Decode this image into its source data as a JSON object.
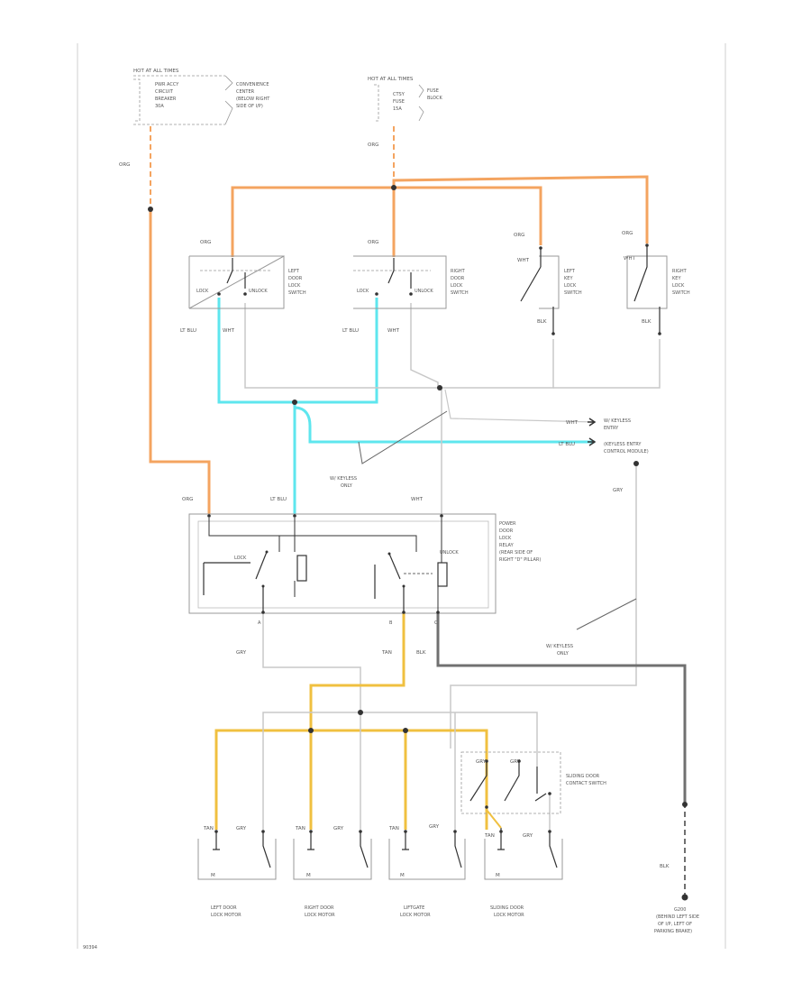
{
  "colors": {
    "orange": "#f4a460",
    "lightblue": "#5ee6ee",
    "tan": "#f0c040",
    "wire": "#c8c8c8",
    "black": "#707070",
    "box": "#999999",
    "switch": "#333333"
  },
  "sources": {
    "breaker_hdr": "HOT AT ALL TIMES",
    "breaker_name": [
      "PWR ACCY",
      "CIRCUIT",
      "BREAKER",
      "30A"
    ],
    "breaker_loc": [
      "CONVENIENCE",
      "CENTER",
      "(BELOW RIGHT",
      "SIDE OF I/P)"
    ],
    "fuse_hdr": "HOT AT ALL TIMES",
    "fuse_name": [
      "CTSY",
      "FUSE",
      "15A"
    ],
    "fuse_loc": [
      "FUSE",
      "BLOCK"
    ]
  },
  "wire_labels": {
    "org_main": "ORG",
    "org_fuse": "ORG",
    "org_ld": "ORG",
    "org_rd": "ORG",
    "org_lk": "ORG",
    "org_rk": "ORG",
    "wht_lk": "WHT",
    "wht_rk": "WHT",
    "ltblu_ld": "LT BLU",
    "wht_ld": "WHT",
    "ltblu_rd": "LT BLU",
    "wht_rd": "WHT",
    "blk_lk": "BLK",
    "blk_rk": "BLK",
    "wht_bus": "WHT",
    "ltblu_bus": "LT BLU",
    "gry_right": "GRY",
    "org_relay": "ORG",
    "ltblu_relay": "LT BLU",
    "wht_relay": "WHT",
    "gry_a": "GRY",
    "tan_b": "TAN",
    "blk_c": "BLK",
    "tan_m1": "TAN",
    "gry_m1": "GRY",
    "tan_m2": "TAN",
    "gry_m2": "GRY",
    "tan_m3": "TAN",
    "gry_m3": "GRY",
    "tan_m4": "TAN",
    "gry_m4": "GRY",
    "gry_s1": "GRY",
    "gry_s2": "GRY",
    "blk_gnd": "BLK"
  },
  "switches": {
    "left_door": [
      "LEFT",
      "DOOR",
      "LOCK",
      "SWITCH"
    ],
    "right_door": [
      "RIGHT",
      "DOOR",
      "LOCK",
      "SWITCH"
    ],
    "left_key": [
      "LEFT",
      "KEY",
      "LOCK",
      "SWITCH"
    ],
    "right_key": [
      "RIGHT",
      "KEY",
      "LOCK",
      "SWITCH"
    ],
    "lock": "LOCK",
    "unlock": "UNLOCK"
  },
  "module": {
    "label": [
      "W/ KEYLESS",
      "ENTRY",
      "(KEYLESS ENTRY",
      "CONTROL MODULE)"
    ]
  },
  "notes": {
    "keyless_only_1": [
      "W/ KEYLESS",
      "ONLY"
    ],
    "keyless_only_2": [
      "W/ KEYLESS",
      "ONLY"
    ]
  },
  "relay": {
    "label": [
      "POWER",
      "DOOR",
      "LOCK",
      "RELAY",
      "(REAR SIDE OF",
      "RIGHT \"D\" PILLAR)"
    ],
    "lock": "LOCK",
    "unlock": "UNLOCK",
    "pin_a": "A",
    "pin_b": "B",
    "pin_c": "C"
  },
  "contact_switch": {
    "label": [
      "SLIDING DOOR",
      "CONTACT SWITCH"
    ]
  },
  "motors": {
    "m": "M",
    "left": [
      "LEFT DOOR",
      "LOCK MOTOR"
    ],
    "right": [
      "RIGHT DOOR",
      "LOCK MOTOR"
    ],
    "liftgate": [
      "LIFTGATE",
      "LOCK MOTOR"
    ],
    "sliding": [
      "SLIDING DOOR",
      "LOCK MOTOR"
    ]
  },
  "ground": {
    "label": [
      "G200",
      "(BEHIND LEFT SIDE",
      "OF I/P, LEFT OF",
      "PARKING BRAKE)"
    ]
  },
  "footer": {
    "code": "90394"
  }
}
